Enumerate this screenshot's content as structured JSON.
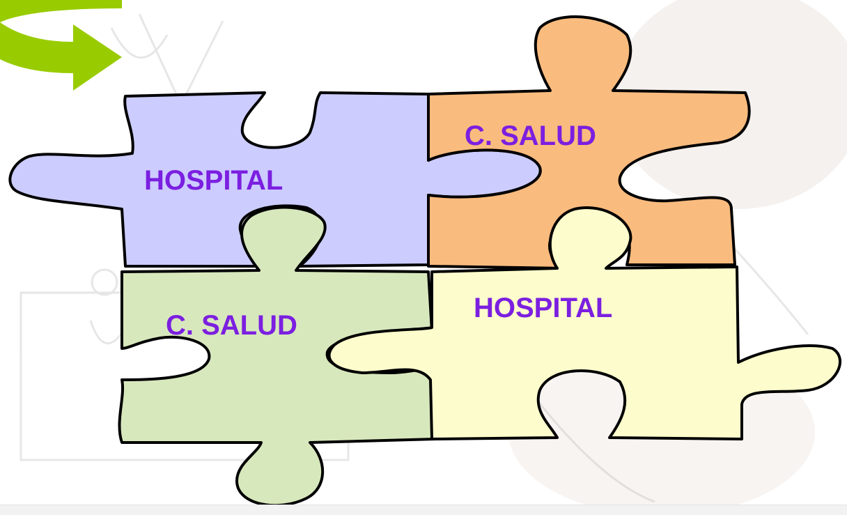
{
  "pieces": [
    {
      "label": "HOSPITAL",
      "fill": "#ccccff"
    },
    {
      "label": "C. SALUD",
      "fill": "#fabb7e"
    },
    {
      "label": "C. SALUD",
      "fill": "#d8e8bd"
    },
    {
      "label": "HOSPITAL",
      "fill": "#fcfccc"
    }
  ],
  "colors": {
    "label_text": "#7b1fe0",
    "arrow": "#99cc00",
    "outline": "#000000"
  },
  "decorations": {
    "arrow_icon": "arrow-right-icon",
    "background_image": "faded-sketch-background"
  }
}
